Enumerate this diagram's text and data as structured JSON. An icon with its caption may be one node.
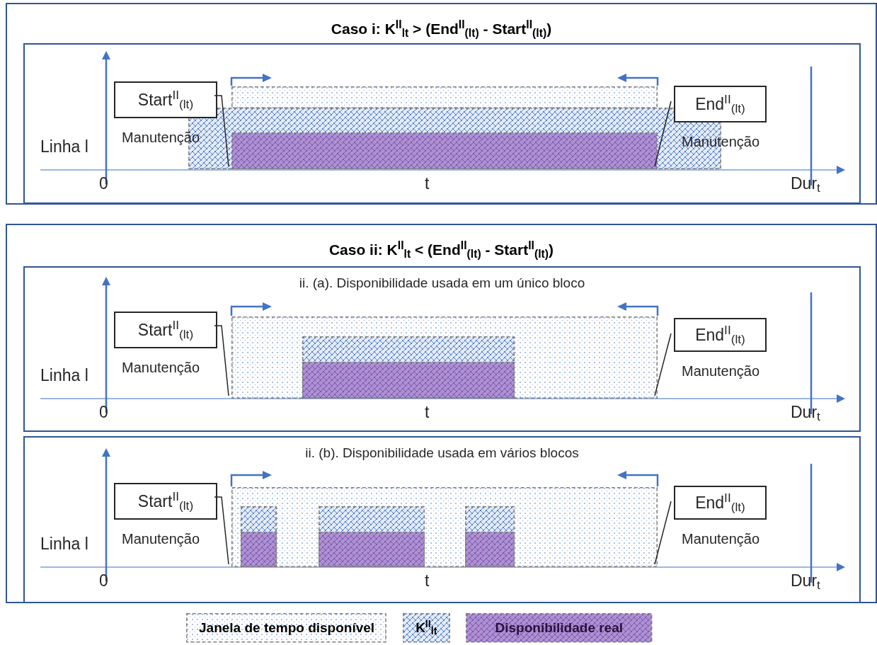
{
  "diagram": {
    "nodes": [
      {
        "text": [
          "Caso i: K$^{II}$$_{lt}$ > (End$^{II}$$_{(lt)}$ - Start$^{II}$$_{(lt)}$)"
        ]
      },
      {
        "text": [],
        "shape": "box",
        "in": 0
      },
      {
        "text": [
          "Start$^{II}$$_{(lt)}$"
        ],
        "in": 1,
        "beside": [
          "Manutenção"
        ]
      },
      {
        "text": [
          "End$^{II}$$_{(lt)}$"
        ],
        "in": 1,
        "beside": [
          "Manutenção"
        ]
      },
      {
        "text": [],
        "shape": "bar",
        "in": 1
      },
      {
        "text": [],
        "shape": "bar",
        "in": 1
      },
      {
        "text": [],
        "shape": "bar",
        "in": 5
      },
      {
        "text": [
          "Caso ii: K$^{II}$$_{lt}$ < (End$^{II}$$_{(lt)}$ - Start$^{II}$$_{(lt)}$)"
        ]
      },
      {
        "text": [
          "ii. (a). Disponibilidade usada em um único bloco"
        ],
        "in": 7
      },
      {
        "text": [
          "Start$^{II}$$_{(lt)}$"
        ],
        "in": 8,
        "beside": [
          "Manutenção"
        ]
      },
      {
        "text": [
          "End$^{II}$$_{(lt)}$"
        ],
        "in": 8,
        "beside": [
          "Manutenção"
        ]
      },
      {
        "text": [],
        "shape": "bar",
        "in": 8
      },
      {
        "text": [],
        "shape": "bar",
        "in": 11
      },
      {
        "text": [],
        "shape": "bar",
        "in": 12
      },
      {
        "text": [
          "ii. (b). Disponibilidade usada em vários blocos"
        ],
        "in": 7
      },
      {
        "text": [
          "Start$^{II}$$_{(lt)}$"
        ],
        "in": 14,
        "beside": [
          "Manutenção"
        ]
      },
      {
        "text": [
          "End$^{II}$$_{(lt)}$"
        ],
        "in": 14,
        "beside": [
          "Manutenção"
        ]
      },
      {
        "text": [],
        "shape": "bar",
        "in": 14
      },
      {
        "text": [],
        "shape": "bar",
        "in": 17
      },
      {
        "text": [],
        "shape": "bar",
        "in": 18
      },
      {
        "text": [],
        "shape": "bar",
        "in": 17
      },
      {
        "text": [],
        "shape": "bar",
        "in": 20
      },
      {
        "text": [],
        "shape": "bar",
        "in": 17
      },
      {
        "text": [],
        "shape": "bar",
        "in": 22
      }
    ],
    "edges": [
      {
        "from": 2,
        "to": 6,
        "arrow": "none"
      },
      {
        "from": 3,
        "to": 6,
        "arrow": "none"
      },
      {
        "from": 9,
        "to": 11,
        "arrow": "none"
      },
      {
        "from": 10,
        "to": 11,
        "arrow": "none"
      },
      {
        "from": 15,
        "to": 17,
        "arrow": "none"
      },
      {
        "from": 16,
        "to": 17,
        "arrow": "none"
      }
    ],
    "labels": [
      "Linha l",
      "0",
      "t",
      "Dur$_{t}$",
      "Linha l",
      "0",
      "t",
      "Dur$_{t}$",
      "Linha l",
      "0",
      "t",
      "Dur$_{t}$"
    ],
    "legend": [
      {
        "text": "Janela de tempo disponível"
      },
      {
        "text": "K$^{II}$$_{lt}$"
      },
      {
        "text": "Disponibilidade real"
      }
    ]
  }
}
